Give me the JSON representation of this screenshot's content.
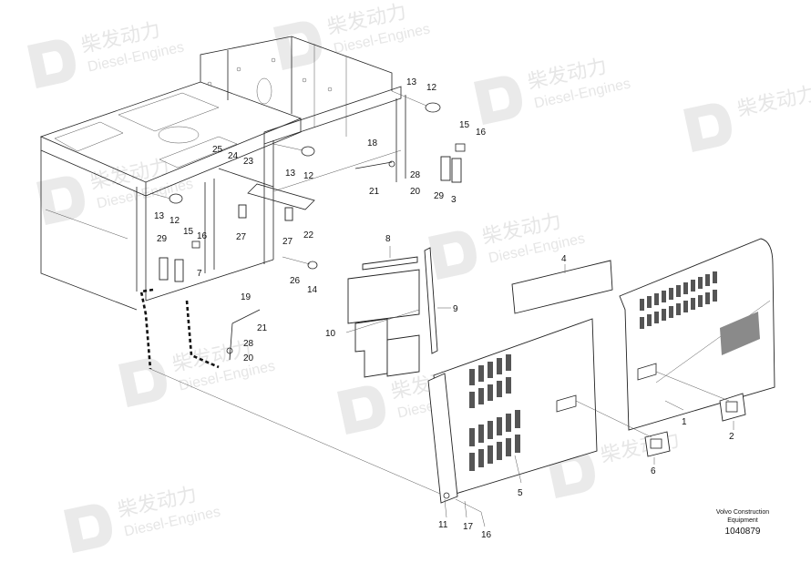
{
  "watermark": {
    "brand_cn": "柴发动力",
    "brand_en": "Diesel-Engines"
  },
  "credit": {
    "line1": "Volvo Construction",
    "line2": "Equipment",
    "drawing_number": "1040879"
  },
  "callouts": {
    "c1": "1",
    "c2": "2",
    "c3": "3",
    "c4": "4",
    "c5": "5",
    "c6": "6",
    "c7": "7",
    "c8": "8",
    "c9": "9",
    "c10": "10",
    "c11": "11",
    "c12a": "12",
    "c12b": "12",
    "c12c": "12",
    "c13a": "13",
    "c13b": "13",
    "c13c": "13",
    "c14": "14",
    "c15a": "15",
    "c15b": "15",
    "c16a": "16",
    "c16b": "16",
    "c16c": "16",
    "c17": "17",
    "c18": "18",
    "c19": "19",
    "c20a": "20",
    "c20b": "20",
    "c21a": "21",
    "c21b": "21",
    "c22": "22",
    "c23": "23",
    "c24": "24",
    "c25": "25",
    "c26": "26",
    "c27a": "27",
    "c27b": "27",
    "c28a": "28",
    "c28b": "28",
    "c29a": "29",
    "c29b": "29"
  }
}
